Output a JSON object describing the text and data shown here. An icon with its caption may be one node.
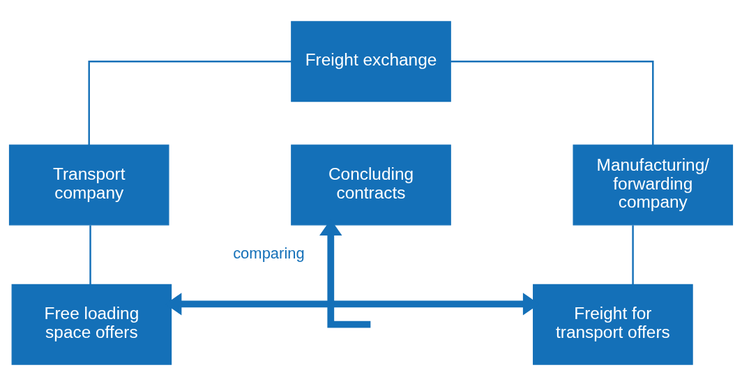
{
  "diagram": {
    "nodes": [
      {
        "text": [
          "Freight exchange"
        ]
      },
      {
        "text": [
          "Transport company"
        ]
      },
      {
        "text": [
          "Concluding contracts"
        ]
      },
      {
        "text": [
          "Manufacturing/ forwarding company"
        ]
      },
      {
        "text": [
          "Free loading space offers"
        ]
      },
      {
        "text": [
          "Freight for transport offers"
        ]
      }
    ],
    "edges": [
      {
        "from": 0,
        "to": 1,
        "arrow": "none"
      },
      {
        "from": 0,
        "to": 3,
        "arrow": "none"
      },
      {
        "from": 1,
        "to": 4,
        "arrow": "none"
      },
      {
        "from": 3,
        "to": 5,
        "arrow": "none"
      },
      {
        "from": 4,
        "to": 5,
        "arrow": "both",
        "label": "comparing",
        "style": "thick"
      },
      {
        "from": null,
        "to": 2,
        "arrow": "to",
        "style": "thick"
      }
    ]
  }
}
